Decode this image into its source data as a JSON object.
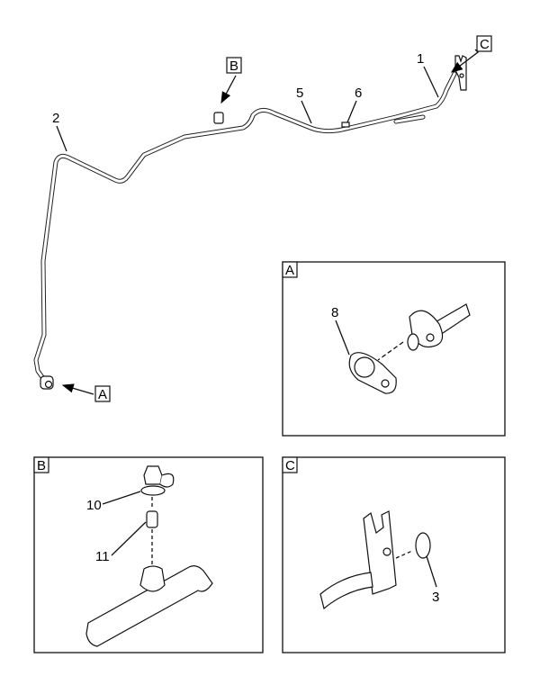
{
  "callouts": {
    "c1": "1",
    "c2": "2",
    "c3": "3",
    "c5": "5",
    "c6": "6",
    "c8": "8",
    "c10": "10",
    "c11": "11"
  },
  "view_tags": {
    "a": "A",
    "b": "B",
    "c": "C"
  },
  "detail_views": [
    {
      "tag": "A",
      "parts": [
        "8"
      ]
    },
    {
      "tag": "B",
      "parts": [
        "10",
        "11"
      ]
    },
    {
      "tag": "C",
      "parts": [
        "3"
      ]
    }
  ]
}
